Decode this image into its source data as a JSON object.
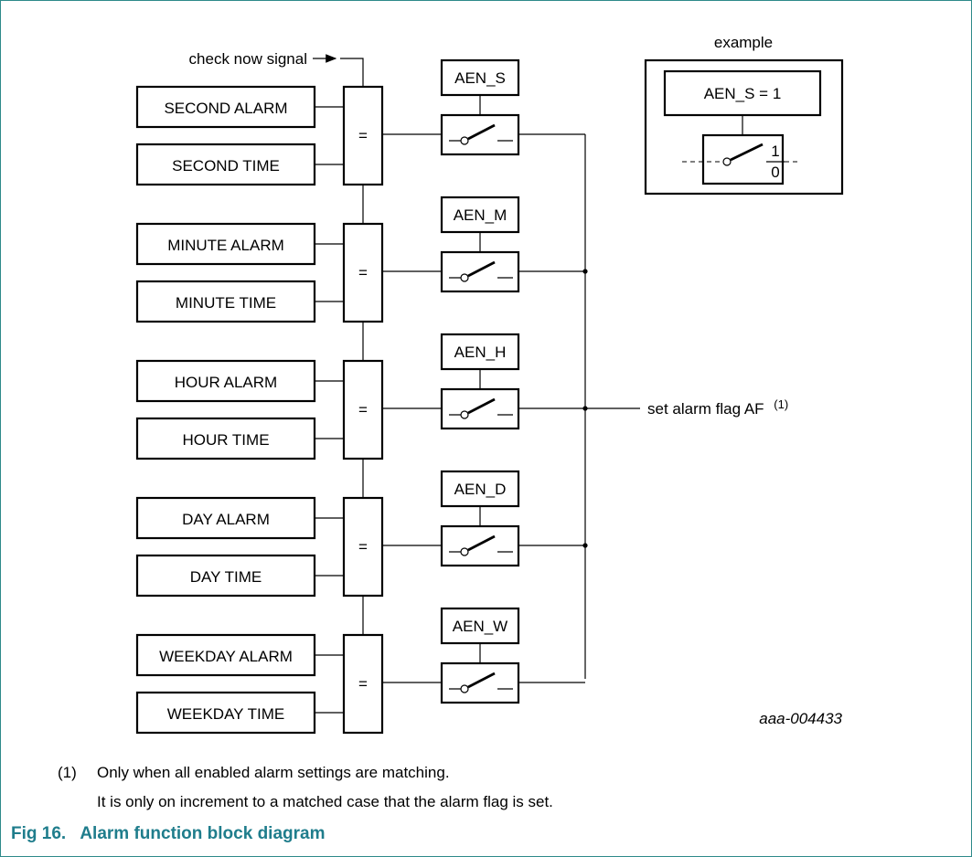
{
  "diagram": {
    "check_now_label": "check now signal",
    "equals_symbol": "=",
    "groups": [
      {
        "alarm": "SECOND ALARM",
        "time": "SECOND TIME",
        "enable": "AEN_S"
      },
      {
        "alarm": "MINUTE ALARM",
        "time": "MINUTE TIME",
        "enable": "AEN_M"
      },
      {
        "alarm": "HOUR ALARM",
        "time": "HOUR TIME",
        "enable": "AEN_H"
      },
      {
        "alarm": "DAY ALARM",
        "time": "DAY TIME",
        "enable": "AEN_D"
      },
      {
        "alarm": "WEEKDAY ALARM",
        "time": "WEEKDAY TIME",
        "enable": "AEN_W"
      }
    ],
    "output_label": "set alarm flag AF",
    "output_note_ref": "(1)",
    "example": {
      "title": "example",
      "register": "AEN_S = 1",
      "switch_on": "1",
      "switch_off": "0"
    },
    "figure_id": "aaa-004433"
  },
  "notes": {
    "number": "(1)",
    "line1": "Only when all enabled alarm settings are matching.",
    "line2": "It is only on increment to a matched case that the alarm flag is set."
  },
  "caption": {
    "number": "Fig 16.",
    "title": "Alarm function block diagram"
  }
}
